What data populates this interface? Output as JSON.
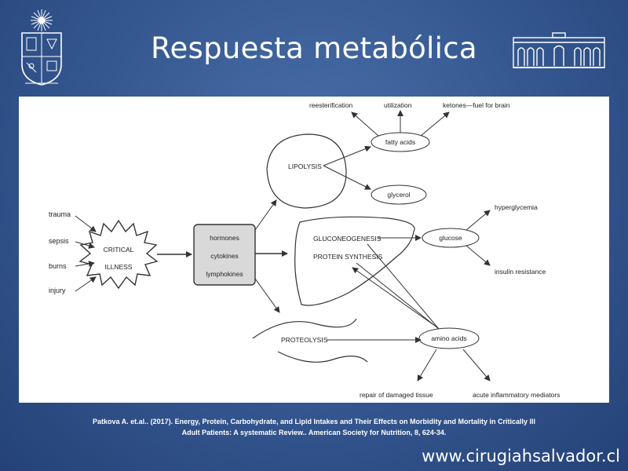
{
  "slide": {
    "title": "Respuesta metabólica",
    "citation_line1": "Patkova A. et.al.. (2017). Energy, Protein, Carbohydrate, and Lipid Intakes and Their Effects on Morbidity and Mortality in Critically Ill",
    "citation_line2": "Adult Patients: A systematic Review.. American Society for Nutrition, 8, 624-34.",
    "website": "www.cirugiahsalvador.cl"
  },
  "diagram": {
    "causes": [
      "trauma",
      "sepsis",
      "burns",
      "injury"
    ],
    "critical_illness": [
      "CRITICAL",
      "ILLNESS"
    ],
    "mediators": [
      "hormones",
      "cytokines",
      "lymphokines"
    ],
    "lipolysis": "LIPOLYSIS",
    "fatty_acids": "fatty acids",
    "glycerol": "glycerol",
    "reesterification": "reesterification",
    "utilization": "utilization",
    "ketones": "ketones—fuel for brain",
    "gluconeogenesis": "GLUCONEOGENESIS",
    "protein_synthesis": "PROTEIN SYNTHESIS",
    "glucose": "glucose",
    "hyperglycemia": "hyperglycemia",
    "insulin_resistance": "insulin resistance",
    "proteolysis": "PROTEOLYSIS",
    "amino_acids": "amino acids",
    "repair": "repair of damaged tissue",
    "inflammatory": "acute inflammatory mediators"
  },
  "colors": {
    "background": "#34568f",
    "panel": "#ffffff",
    "text": "#ffffff",
    "diagram_stroke": "#333333",
    "mediator_box": "#d9d9d9"
  }
}
